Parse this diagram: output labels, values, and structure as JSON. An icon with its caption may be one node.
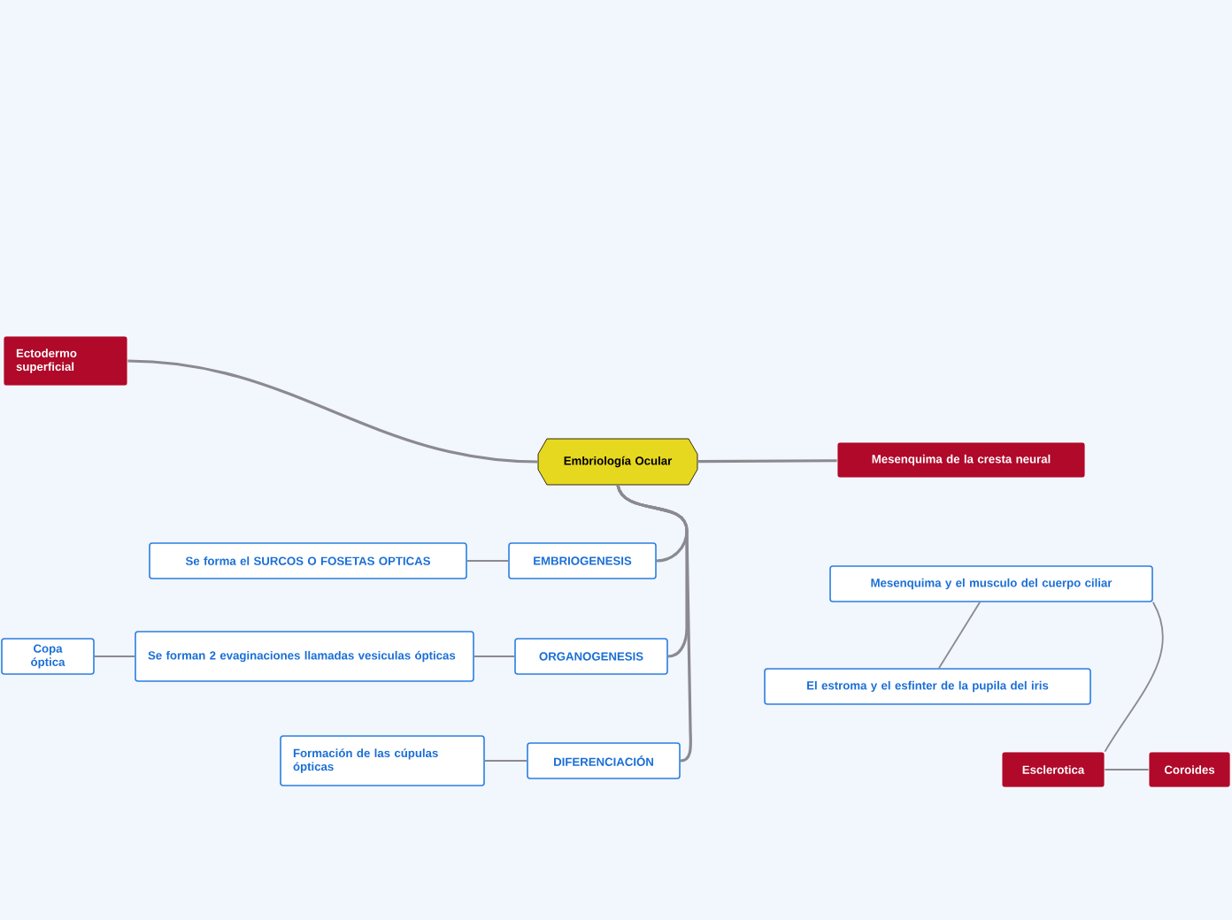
{
  "diagram": {
    "nodes": [
      {
        "text": [
          "Embriología Ocular"
        ]
      },
      {
        "text": [
          "Ectodermo superficial"
        ]
      },
      {
        "text": [
          "Mesenquima de la cresta neural"
        ]
      },
      {
        "text": [
          "EMBRIOGENESIS"
        ]
      },
      {
        "text": [
          "Se forma el SURCOS O FOSETAS OPTICAS"
        ]
      },
      {
        "text": [
          "ORGANOGENESIS"
        ]
      },
      {
        "text": [
          "Se forman 2 evaginaciones llamadas vesiculas ópticas"
        ]
      },
      {
        "text": [
          "Copa óptica"
        ]
      },
      {
        "text": [
          "DIFERENCIACIÓN"
        ]
      },
      {
        "text": [
          "Formación de las cúpulas ópticas"
        ]
      },
      {
        "text": [
          "Mesenquima y el musculo del cuerpo ciliar"
        ]
      },
      {
        "text": [
          "El estroma y el esfinter de la pupila del iris"
        ]
      },
      {
        "text": [
          "Esclerotica"
        ]
      },
      {
        "text": [
          "Coroides"
        ]
      }
    ],
    "edges": [
      {
        "from": 0,
        "to": 1,
        "arrow": "none"
      },
      {
        "from": 0,
        "to": 2,
        "arrow": "none"
      },
      {
        "from": 0,
        "to": 3,
        "arrow": "none"
      },
      {
        "from": 0,
        "to": 5,
        "arrow": "none"
      },
      {
        "from": 0,
        "to": 8,
        "arrow": "none"
      },
      {
        "from": 3,
        "to": 4,
        "arrow": "none"
      },
      {
        "from": 5,
        "to": 6,
        "arrow": "none"
      },
      {
        "from": 6,
        "to": 7,
        "arrow": "none"
      },
      {
        "from": 8,
        "to": 9,
        "arrow": "none"
      },
      {
        "from": 10,
        "to": 11,
        "arrow": "none"
      },
      {
        "from": 10,
        "to": 12,
        "arrow": "none"
      },
      {
        "from": 12,
        "to": 13,
        "arrow": "none"
      }
    ]
  }
}
